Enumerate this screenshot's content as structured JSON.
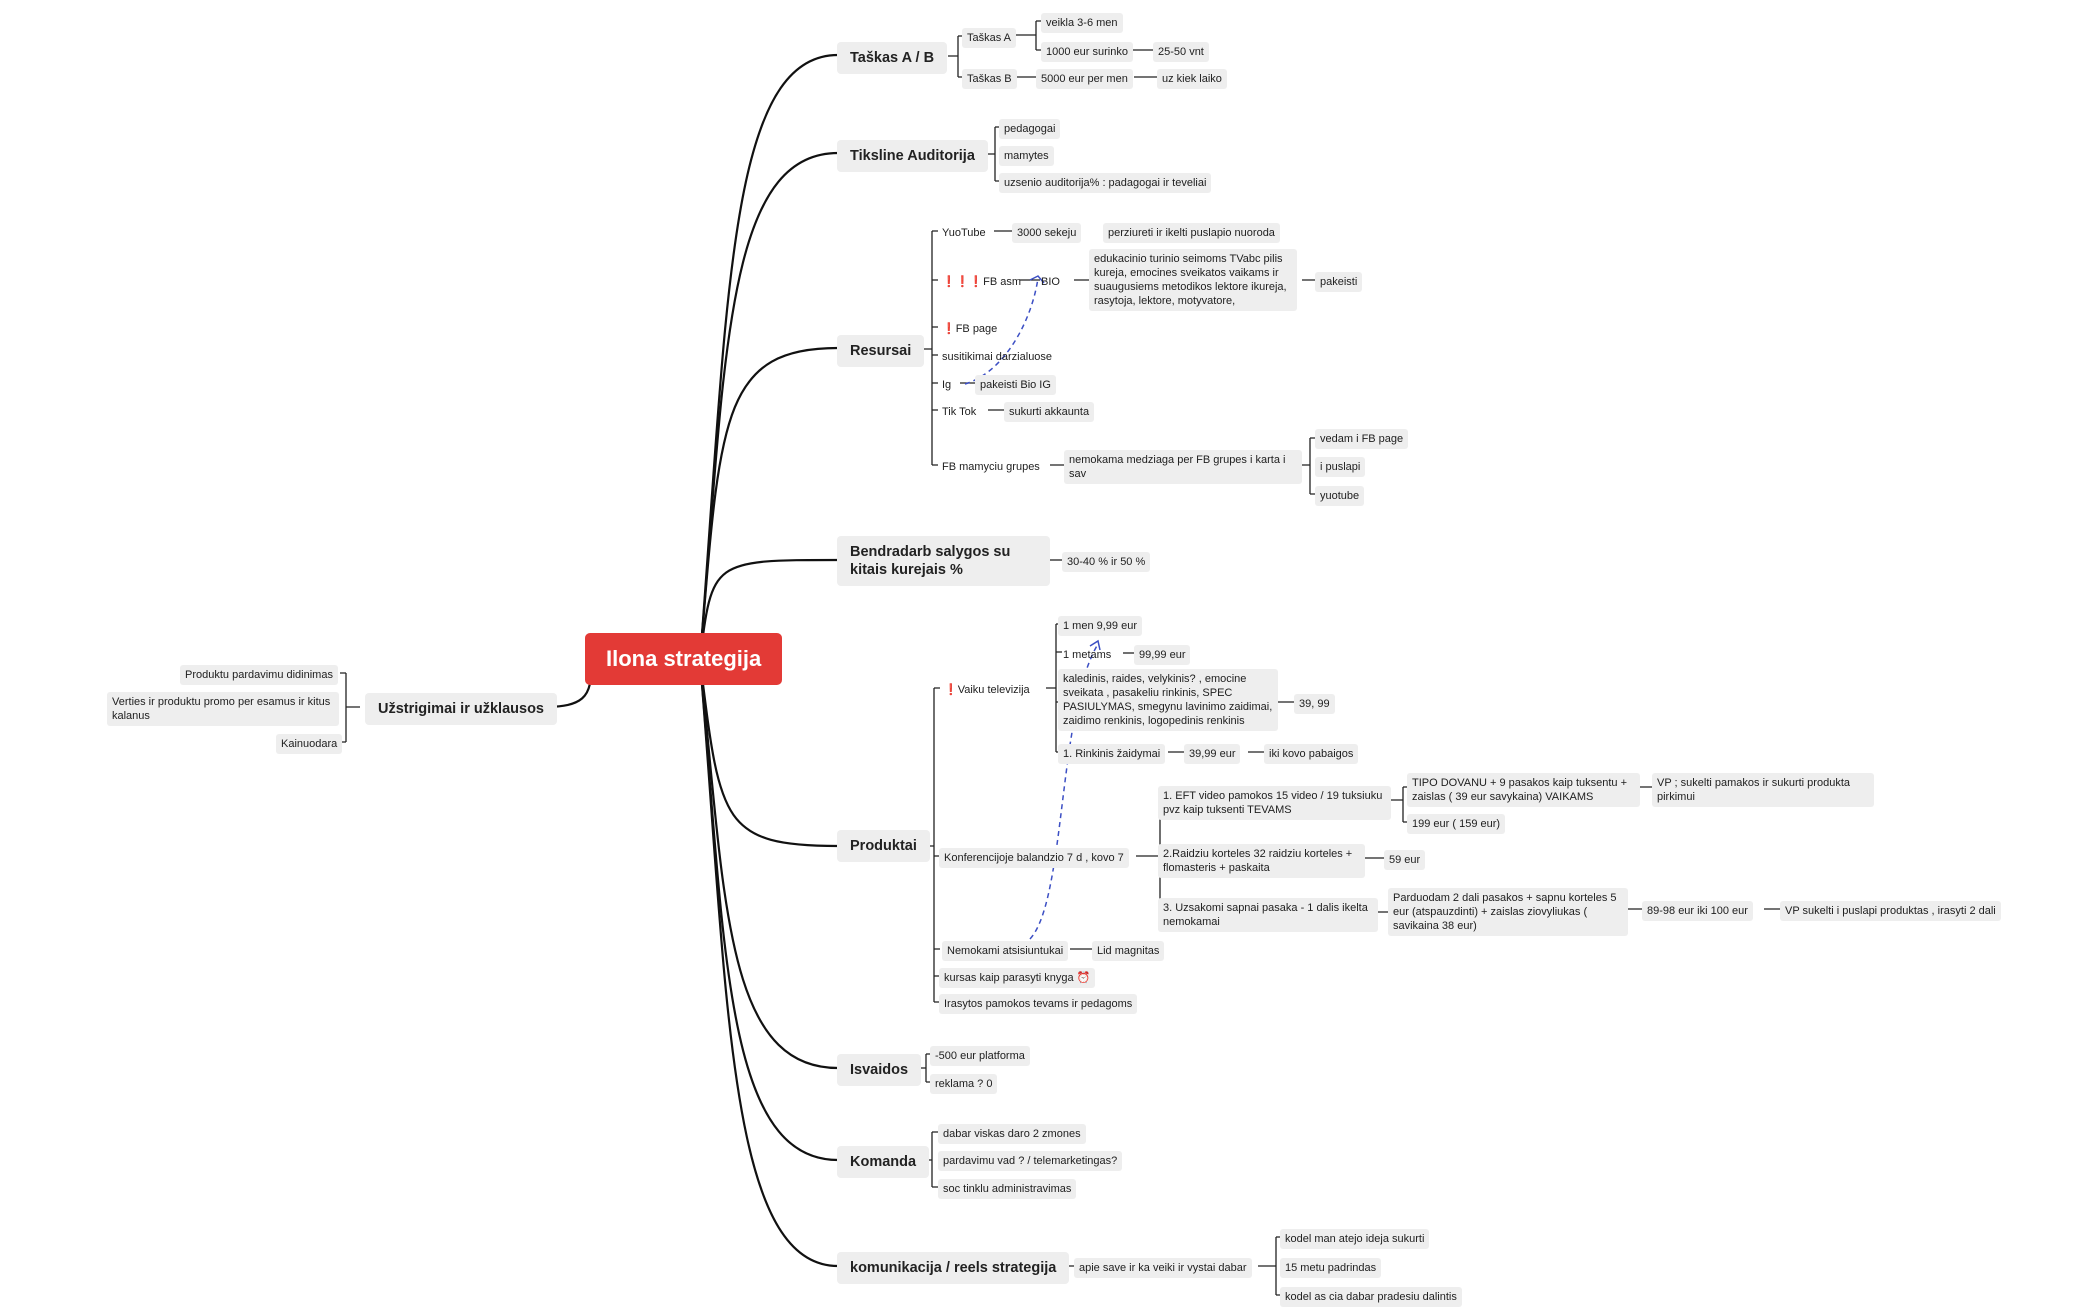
{
  "central": "Ilona strategija",
  "colors": {
    "central": "#e33a36",
    "node": "#eeeeee",
    "line": "#111111",
    "relation": "#3c4fc4"
  },
  "left_topic": {
    "label": "Užstrigimai ir užklausos",
    "items": [
      "Produktu pardavimu didinimas",
      "Verties ir produktu promo per esamus ir kitus kalanus",
      "Kainuodara"
    ]
  },
  "tasko": {
    "label": "Taškas A / B",
    "a": "Taškas A",
    "a1": "veikla 3-6 men",
    "a2": "1000 eur surinko",
    "a2b": "25-50 vnt",
    "b": "Taškas B",
    "b1": "5000 eur per men",
    "b1b": "uz kiek laiko"
  },
  "auditorija": {
    "label": "Tiksline Auditorija",
    "items": [
      "pedagogai",
      "mamytes",
      "uzsenio auditorija% : padagogai ir teveliai"
    ]
  },
  "resursai": {
    "label": "Resursai",
    "youtube": "YuoTube",
    "youtube_1": "3000 sekeju",
    "youtube_2": "perziureti ir ikelti puslapio nuoroda",
    "fbasm_mark": "❗❗❗",
    "fbasm": "FB asm",
    "bio": "BIO",
    "bio_text": " edukacinio turinio seimoms TVabc pilis kureja,  emocines sveikatos vaikams ir suaugusiems metodikos lektore ikureja, rasytoja, lektore, motyvatore,",
    "bio_change": "pakeisti",
    "fbpage_mark": "❗",
    "fbpage": "FB page",
    "susitikimai": "susitikimai darzialuose",
    "ig": "Ig",
    "ig_1": "pakeisti Bio IG",
    "tiktok": "Tik Tok",
    "tiktok_1": "sukurti akkaunta",
    "mamyciu": "FB mamyciu grupes",
    "mamyciu_1": "nemokama medziaga per FB grupes i karta i sav",
    "mamyciu_subs": [
      "vedam i FB page",
      "i puslapi",
      "yuotube"
    ]
  },
  "bendradarb": {
    "label": "Bendradarb salygos su kitais kurejais %",
    "value": "30-40 % ir 50 %"
  },
  "produktai": {
    "label": "Produktai",
    "vaiku_mark": "❗",
    "vaiku": "Vaiku televizija",
    "vaiku_1": "1 men 9,99 eur",
    "vaiku_2": "1 metams",
    "vaiku_2b": "99,99 eur",
    "vaiku_3": "kaledinis, raides, velykinis? , emocine sveikata , pasakeliu rinkinis,  SPEC PASIULYMAS, smegynu lavinimo zaidimai, zaidimo renkinis, logopedinis renkinis",
    "vaiku_3b": "39, 99",
    "vaiku_4": "1. Rinkinis žaidymai",
    "vaiku_4b": "39,99 eur",
    "vaiku_4c": "iki kovo pabaigos",
    "konf": "Konferencijoje balandzio 7 d , kovo 7",
    "eft": "1. EFT video pamokos  15 video / 19 tuksiuku pvz kaip tuksenti TEVAMS",
    "eft_1": "TIPO DOVANU + 9 pasakos kaip tuksentu + zaislas ( 39 eur savykaina)  VAIKAMS",
    "eft_1b": "VP ; sukelti pamakos ir sukurti produkta pirkimui",
    "eft_2": "199 eur  ( 159 eur)",
    "raidziu": "2.Raidziu korteles 32 raidziu korteles + flomasteris + paskaita",
    "raidziu_1": "59 eur",
    "sapnai": "3. Uzsakomi sapnai pasaka - 1 dalis ikelta nemokamai",
    "sapnai_1": "Parduodam 2 dali pasakos + sapnu korteles 5 eur  (atspauzdinti) + zaislas ziovyliukas ( savikaina 38 eur)",
    "sapnai_2": "89-98 eur iki 100 eur",
    "sapnai_3": "VP sukelti i puslapi produktas , irasyti 2 dali",
    "nemokami": "Nemokami atsisiuntukai",
    "nemokami_1": "Lid magnitas",
    "kursas": "kursas kaip parasyti knyga",
    "kursas_icon": "⏰",
    "irasytos": "Irasytos pamokos tevams ir pedagoms"
  },
  "isvaidos": {
    "label": "Isvaidos",
    "items": [
      "-500 eur platforma",
      "reklama ? 0"
    ]
  },
  "komanda": {
    "label": "Komanda",
    "items": [
      "dabar viskas daro 2 zmones",
      "pardavimu vad ? / telemarketingas?",
      "soc tinklu administravimas"
    ]
  },
  "komunikacija": {
    "label": "komunikacija / reels strategija",
    "sub": "apie save ir ka veiki ir vystai dabar",
    "items": [
      "kodel man atejo ideja sukurti",
      "15 metu padrindas",
      "kodel as cia dabar pradesiu dalintis"
    ]
  }
}
